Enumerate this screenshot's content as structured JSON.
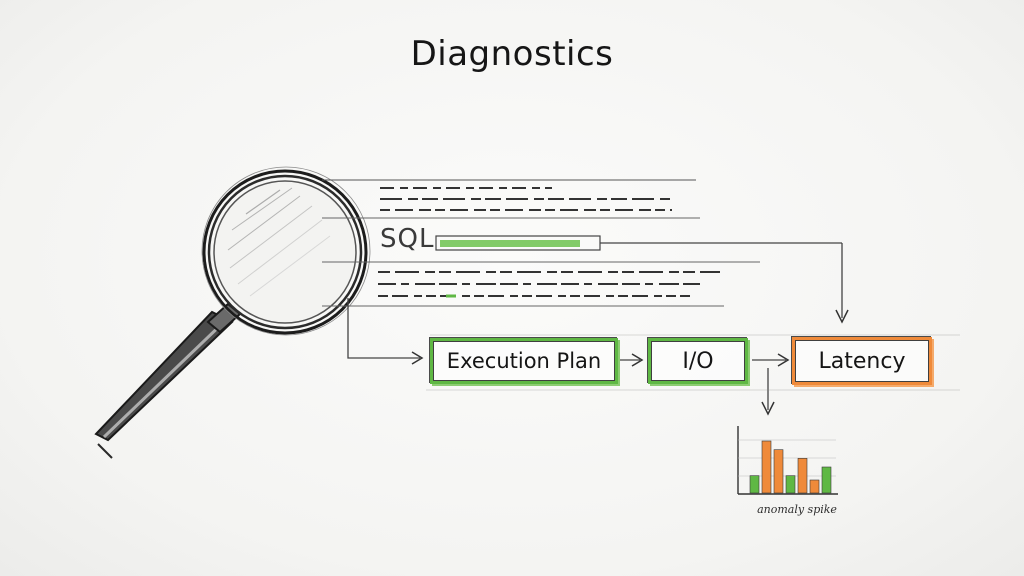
{
  "title": "Diagnostics",
  "query_panel": {
    "label": "SQL"
  },
  "flow": {
    "steps": [
      {
        "label": "Execution Plan",
        "color": "#5fb844"
      },
      {
        "label": "I/O",
        "color": "#5fb844"
      },
      {
        "label": "Latency",
        "color": "#ef8a3a"
      }
    ]
  },
  "mini_chart": {
    "caption": "anomaly spike",
    "bars": [
      {
        "value": 2,
        "color": "#5fb844"
      },
      {
        "value": 6,
        "color": "#ef8a3a"
      },
      {
        "value": 5,
        "color": "#ef8a3a"
      },
      {
        "value": 2,
        "color": "#5fb844"
      },
      {
        "value": 4,
        "color": "#ef8a3a"
      },
      {
        "value": 1.5,
        "color": "#ef8a3a"
      },
      {
        "value": 3,
        "color": "#5fb844"
      }
    ]
  },
  "colors": {
    "ok": "#5fb844",
    "warn": "#ef8a3a",
    "ink": "#1b1b1b"
  },
  "icons": {
    "inspector": "magnifying-glass-icon"
  }
}
